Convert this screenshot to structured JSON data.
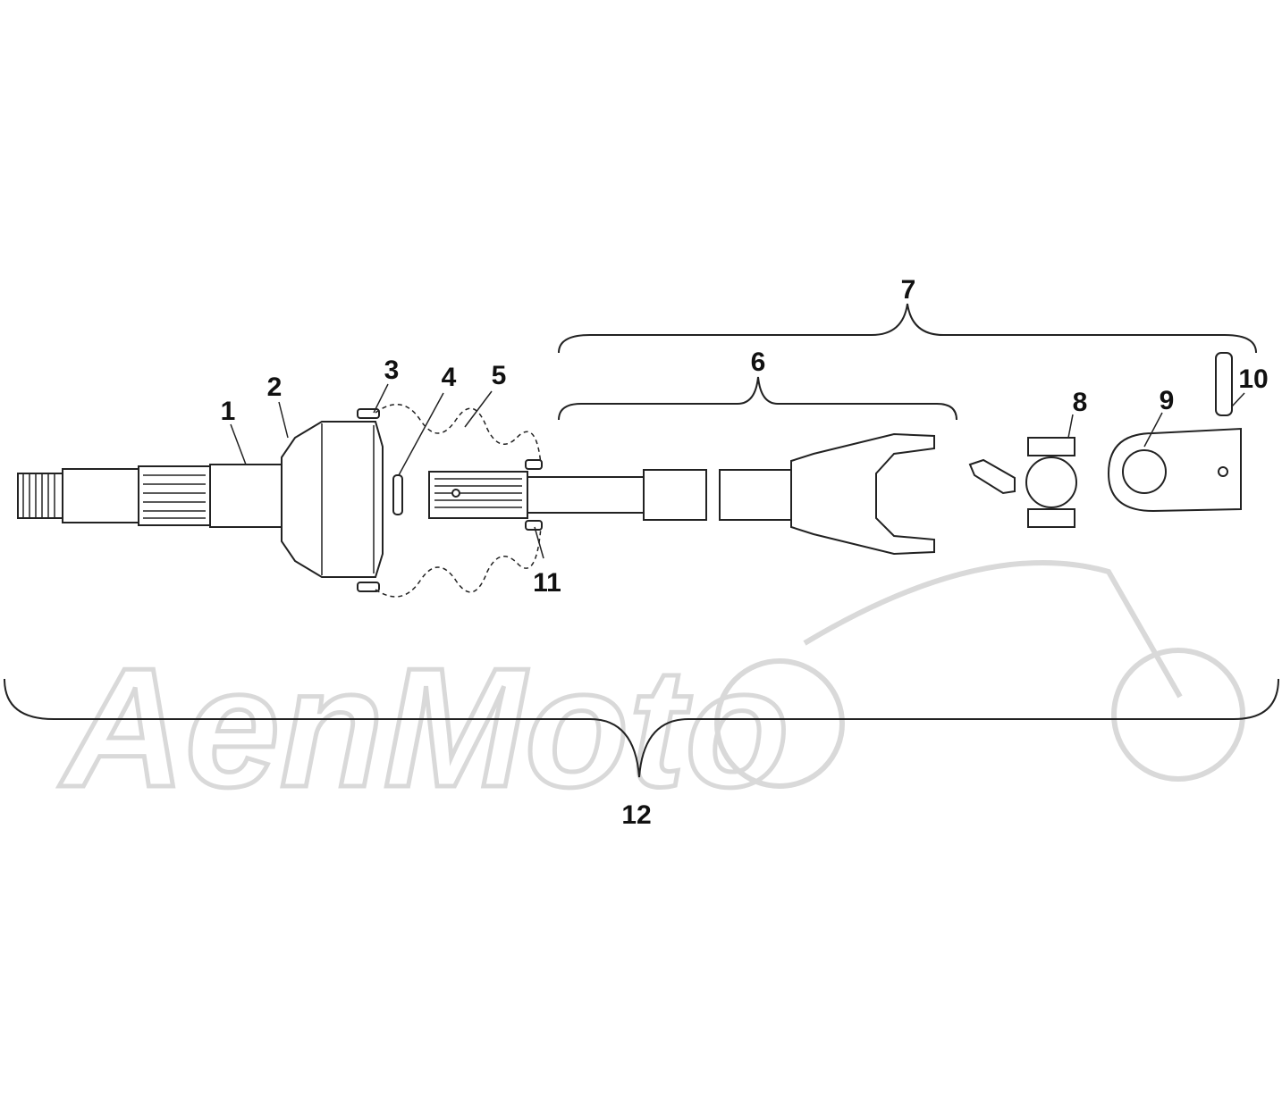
{
  "watermark": {
    "text": "AenMoto",
    "color": "#d9d9d9"
  },
  "line_color": "#222222",
  "parts": [
    {
      "label": "1",
      "name": "outer CV joint / axle stub"
    },
    {
      "label": "2",
      "name": "CV joint housing"
    },
    {
      "label": "3",
      "name": "boot clamp (outer)"
    },
    {
      "label": "4",
      "name": "snap ring"
    },
    {
      "label": "5",
      "name": "CV boot"
    },
    {
      "label": "6",
      "name": "shaft with yoke"
    },
    {
      "label": "7",
      "name": "shaft assembly"
    },
    {
      "label": "8",
      "name": "U-joint cross"
    },
    {
      "label": "9",
      "name": "yoke"
    },
    {
      "label": "10",
      "name": "roll pin"
    },
    {
      "label": "11",
      "name": "boot clamp (inner)"
    },
    {
      "label": "12",
      "name": "half shaft assembly"
    }
  ]
}
